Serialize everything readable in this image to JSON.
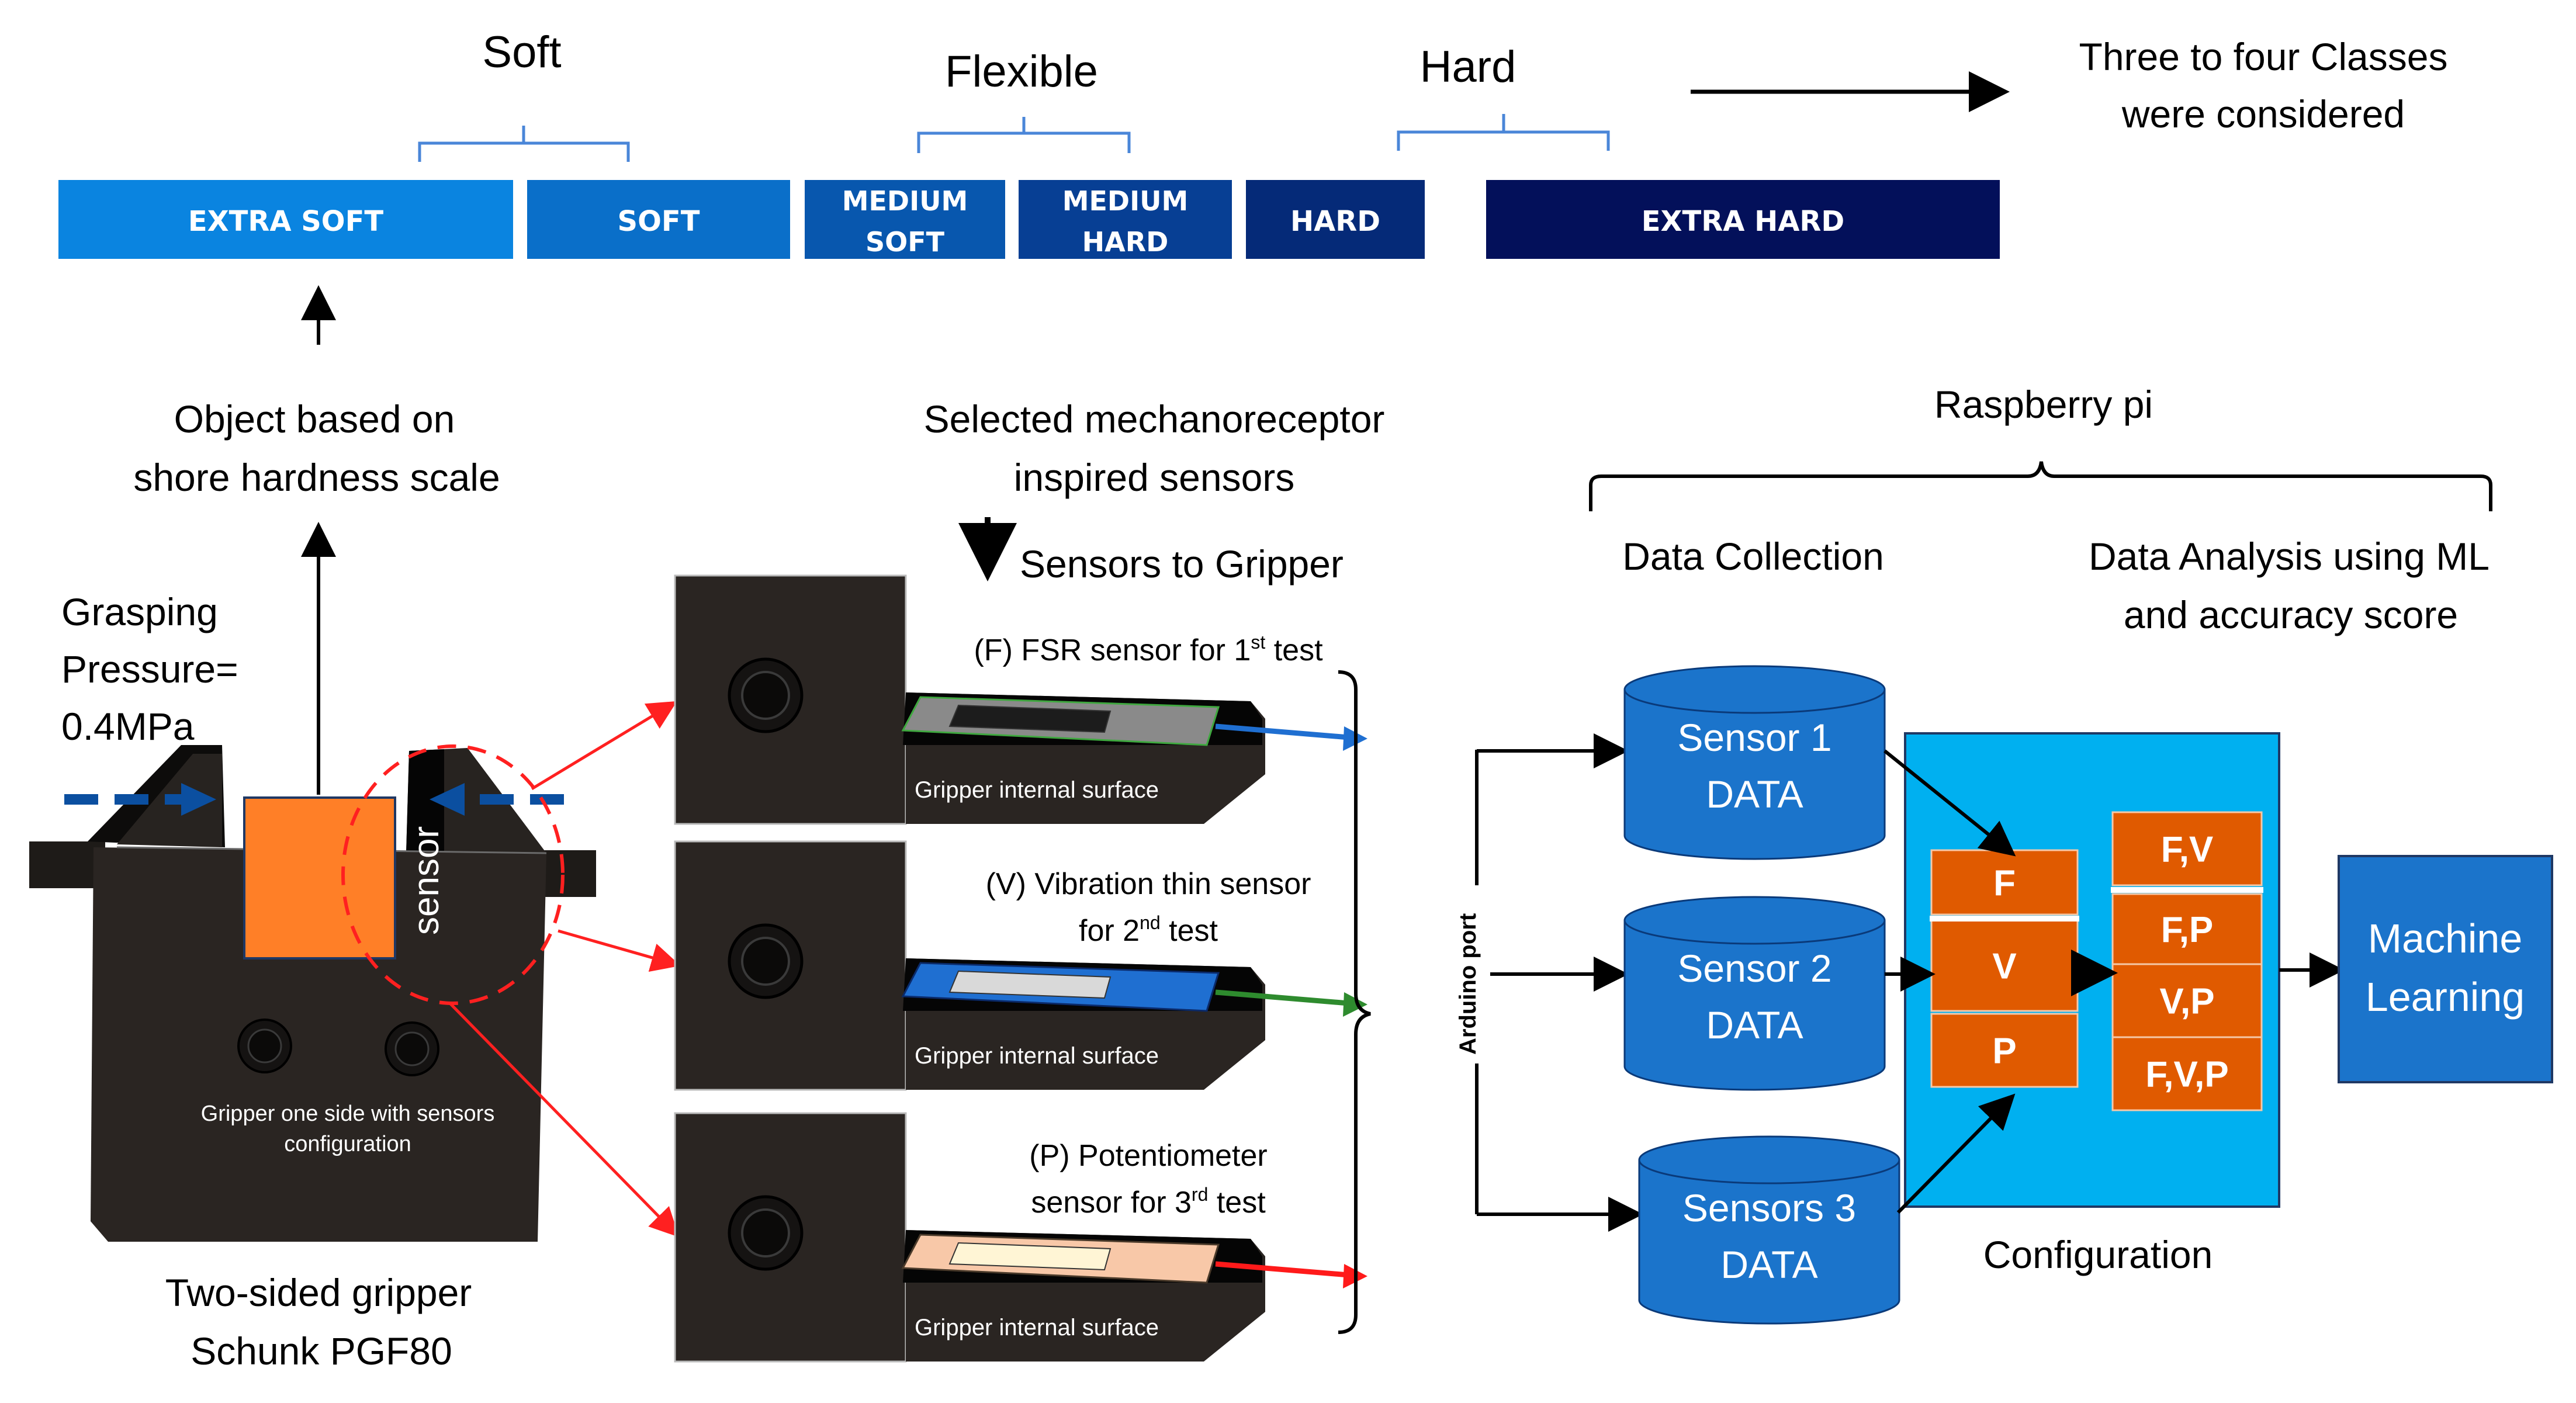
{
  "hardness_scale": {
    "groups": [
      {
        "label": "Soft"
      },
      {
        "label": "Flexible"
      },
      {
        "label": "Hard"
      }
    ],
    "segments": [
      {
        "lines": [
          "EXTRA SOFT"
        ],
        "color": "#0A84E0"
      },
      {
        "lines": [
          "SOFT"
        ],
        "color": "#0A6FC9"
      },
      {
        "lines": [
          "MEDIUM",
          "SOFT"
        ],
        "color": "#0857AE"
      },
      {
        "lines": [
          "MEDIUM",
          "HARD"
        ],
        "color": "#073F94"
      },
      {
        "lines": [
          "HARD"
        ],
        "color": "#052A78"
      },
      {
        "lines": [
          "EXTRA HARD"
        ],
        "color": "#03105A"
      }
    ],
    "classes_note": [
      "Three to four Classes",
      "were considered"
    ]
  },
  "object_label": [
    "Object based on",
    "shore hardness scale"
  ],
  "grasping": [
    "Grasping",
    "Pressure=",
    "0.4MPa"
  ],
  "gripper": {
    "sensor_tag": "sensor",
    "body_caption": [
      "Gripper one side with sensors",
      "configuration"
    ],
    "title": [
      "Two-sided gripper",
      "Schunk PGF80"
    ],
    "object_color": "#FF7F27"
  },
  "sensors_header": [
    "Selected  mechanoreceptor",
    "inspired sensors"
  ],
  "sensors_to_gripper": "Sensors to Gripper",
  "sensor_panels": [
    {
      "title": [
        "(F) FSR sensor for 1",
        "st",
        " test"
      ],
      "title2": null,
      "surface": "Gripper internal surface",
      "arrow_color": "#1F6FD1"
    },
    {
      "title": [
        "(V) Vibration thin sensor",
        "",
        ""
      ],
      "title2": [
        "for 2",
        "nd",
        " test"
      ],
      "surface": "Gripper internal surface",
      "arrow_color": "#2E8B2E"
    },
    {
      "title": [
        "(P) Potentiometer",
        "",
        ""
      ],
      "title2": [
        "sensor for 3",
        "rd",
        " test"
      ],
      "surface": "Gripper internal surface",
      "arrow_color": "#FF1A1A"
    }
  ],
  "arduino_port": "Arduino port",
  "raspberry": {
    "title": "Raspberry pi",
    "data_collection": "Data Collection",
    "data_analysis": [
      "Data Analysis using ML",
      "and accuracy score"
    ]
  },
  "databases": [
    {
      "lines": [
        "Sensor 1",
        "DATA"
      ]
    },
    {
      "lines": [
        "Sensor 2",
        "DATA"
      ]
    },
    {
      "lines": [
        "Sensors 3",
        "DATA"
      ]
    }
  ],
  "configuration": {
    "label": "Configuration",
    "single": [
      "F",
      "V",
      "P"
    ],
    "combined": [
      "F,V",
      "F,P",
      "V,P",
      "F,V,P"
    ]
  },
  "ml_box": [
    "Machine",
    "Learning"
  ],
  "colors": {
    "db_blue": "#1B74CB",
    "config_bg": "#00B0F0",
    "config_cell": "#E05A00",
    "ml_blue": "#1B74CB",
    "bracket_blue": "#4A86D8",
    "dash_blue": "#0B4FA0",
    "red": "#FF2020"
  }
}
